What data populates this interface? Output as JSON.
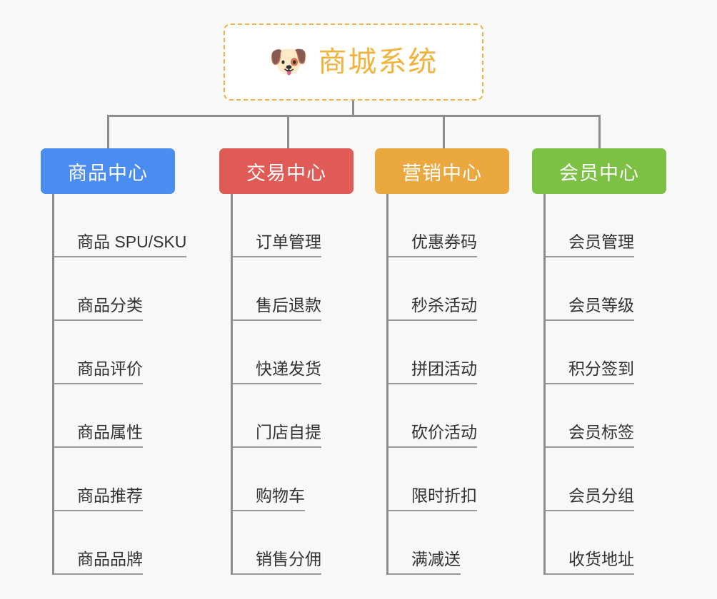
{
  "page": {
    "background_color": "#f8f8f8",
    "type": "org-chart"
  },
  "root": {
    "icon": "dog-face-icon",
    "icon_glyph": "🐶",
    "title": "商城系统",
    "text_color": "#f0b33d",
    "border_color": "#efb33c",
    "border_style": "dashed",
    "fill_color": "#ffffff"
  },
  "columns": [
    {
      "id": "product-center",
      "label": "商品中心",
      "color": "#4a8cf0",
      "items": [
        {
          "label": "商品 SPU/SKU"
        },
        {
          "label": "商品分类"
        },
        {
          "label": "商品评价"
        },
        {
          "label": "商品属性"
        },
        {
          "label": "商品推荐"
        },
        {
          "label": "商品品牌"
        }
      ]
    },
    {
      "id": "trade-center",
      "label": "交易中心",
      "color": "#e15b56",
      "items": [
        {
          "label": "订单管理"
        },
        {
          "label": "售后退款"
        },
        {
          "label": "快递发货"
        },
        {
          "label": "门店自提"
        },
        {
          "label": "购物车"
        },
        {
          "label": "销售分佣"
        }
      ]
    },
    {
      "id": "marketing-center",
      "label": "营销中心",
      "color": "#eaa83f",
      "items": [
        {
          "label": "优惠券码"
        },
        {
          "label": "秒杀活动"
        },
        {
          "label": "拼团活动"
        },
        {
          "label": "砍价活动"
        },
        {
          "label": "限时折扣"
        },
        {
          "label": "满减送"
        }
      ]
    },
    {
      "id": "member-center",
      "label": "会员中心",
      "color": "#7cc143",
      "items": [
        {
          "label": "会员管理"
        },
        {
          "label": "会员等级"
        },
        {
          "label": "积分签到"
        },
        {
          "label": "会员标签"
        },
        {
          "label": "会员分组"
        },
        {
          "label": "收货地址"
        }
      ]
    }
  ],
  "connectors": {
    "line_color": "#8d8d8d"
  }
}
